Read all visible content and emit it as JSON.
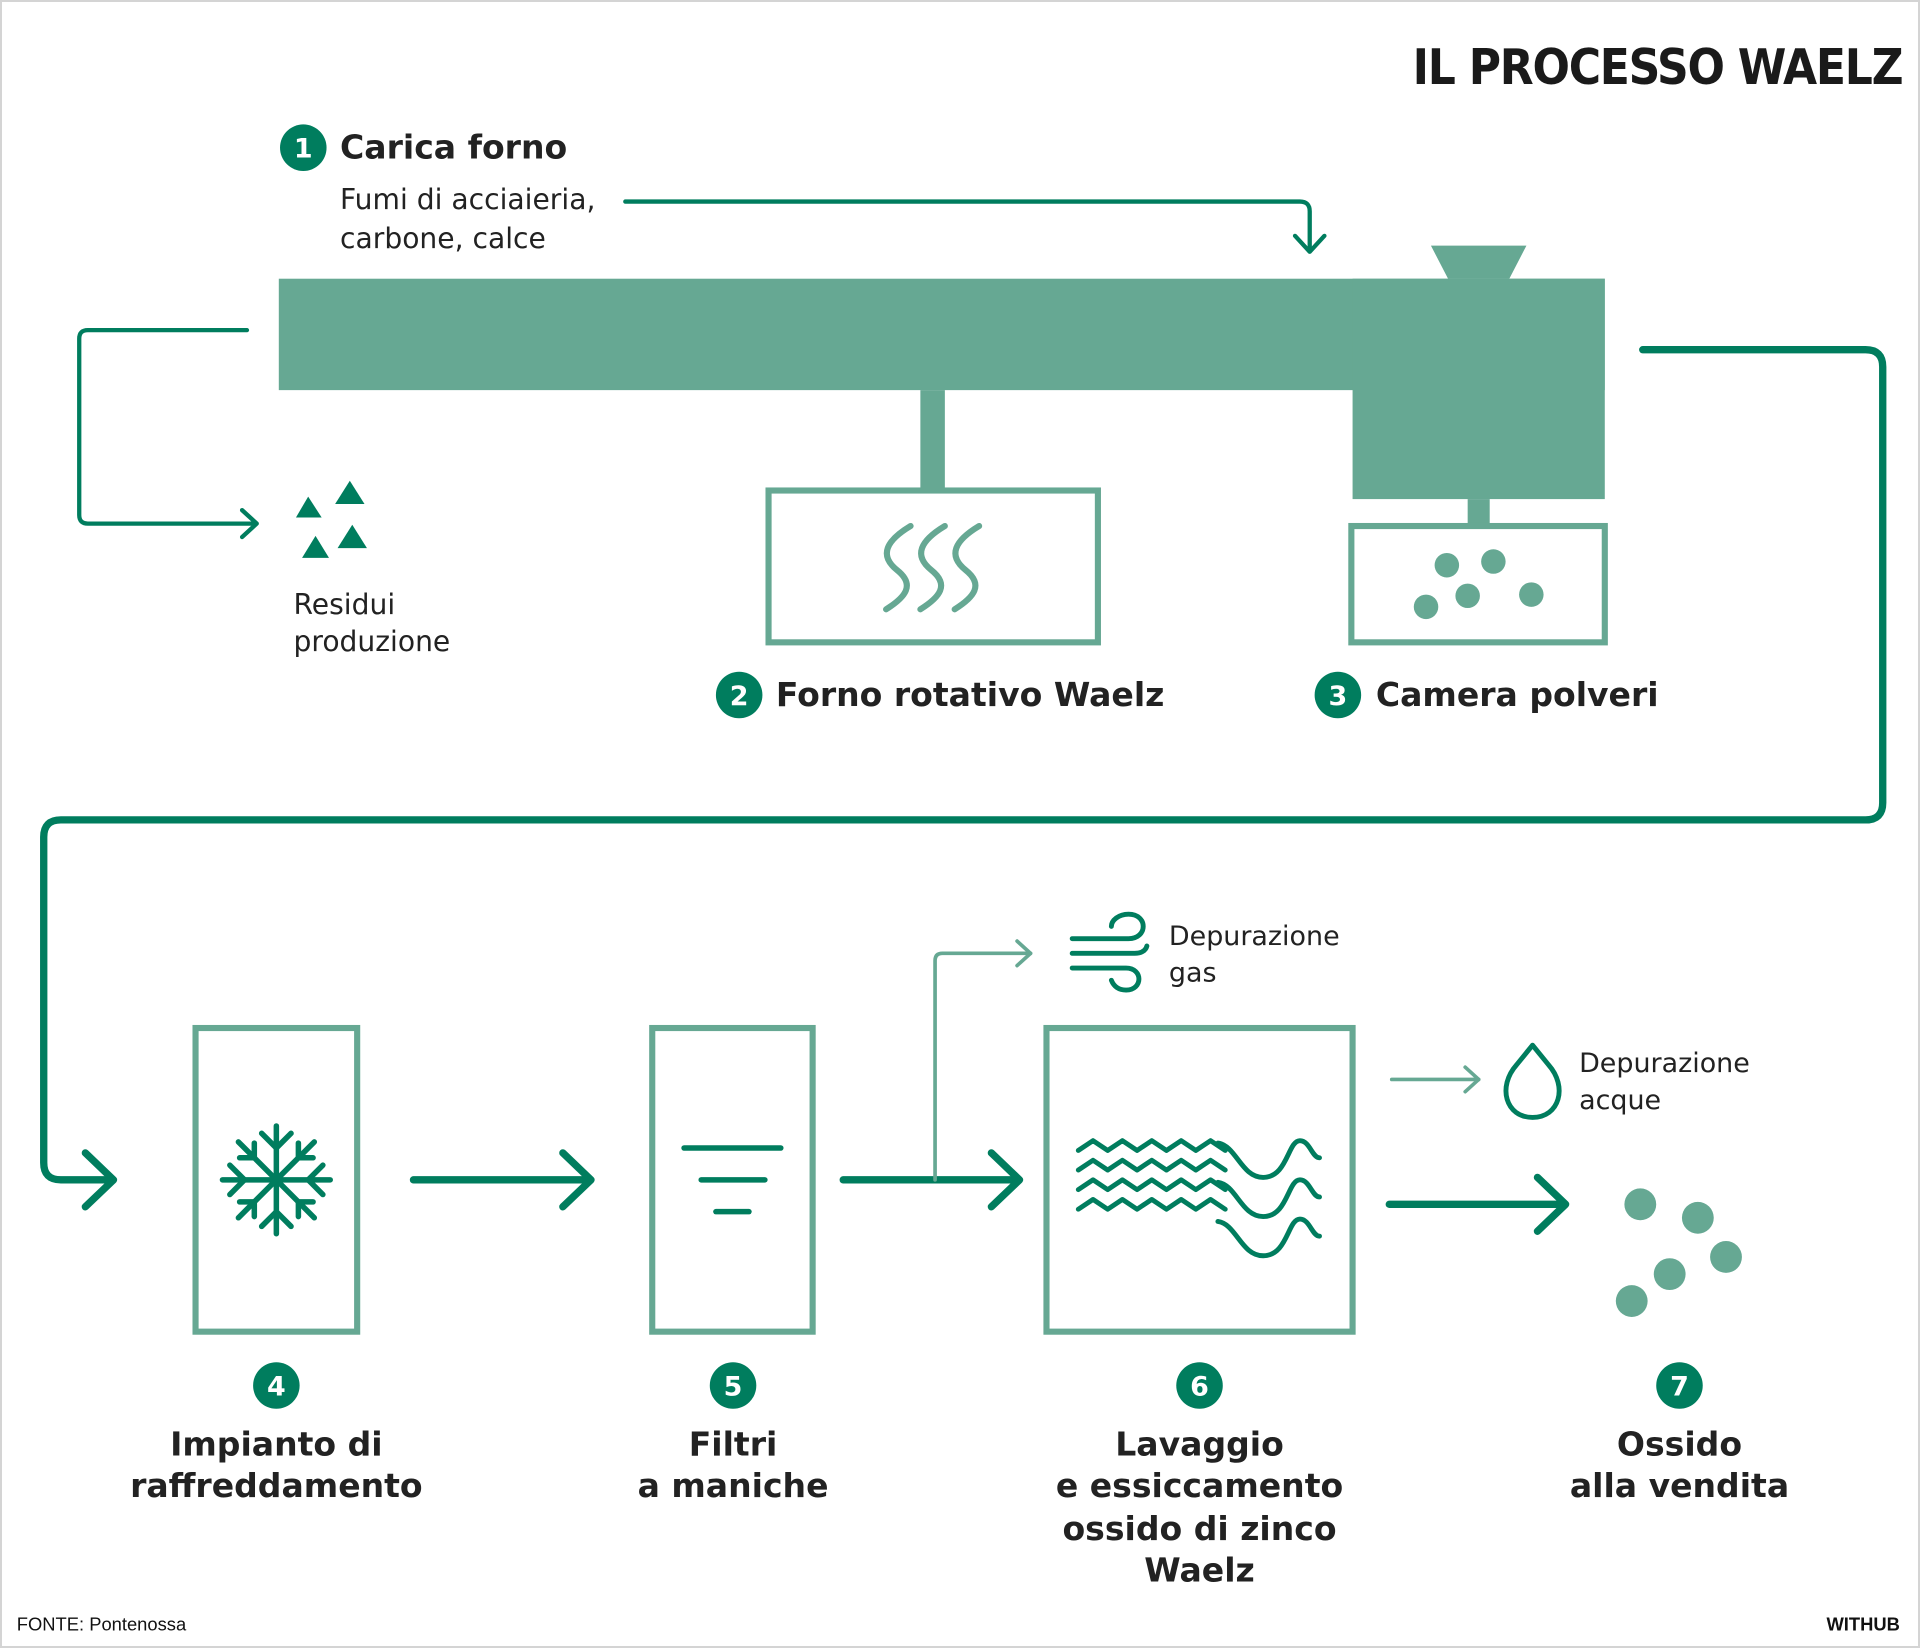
{
  "title": "IL PROCESSO WAELZ",
  "colors": {
    "dark_green": "#007d5e",
    "light_green": "#66a893",
    "text": "#222222"
  },
  "steps": [
    {
      "number": "1",
      "title": "Carica forno",
      "subtitle_lines": [
        "Fumi di acciaieria,",
        "carbone, calce"
      ]
    },
    {
      "number": "2",
      "title": "Forno rotativo Waelz"
    },
    {
      "number": "3",
      "title": "Camera polveri"
    },
    {
      "number": "4",
      "lines": [
        "Impianto di",
        "raffreddamento"
      ]
    },
    {
      "number": "5",
      "lines": [
        "Filtri",
        "a maniche"
      ]
    },
    {
      "number": "6",
      "lines": [
        "Lavaggio",
        "e essiccamento",
        "ossido di zinco",
        "Waelz"
      ]
    },
    {
      "number": "7",
      "lines": [
        "Ossido",
        "alla vendita"
      ]
    }
  ],
  "side_outputs": {
    "residues": [
      "Residui",
      "produzione"
    ],
    "gas": [
      "Depurazione",
      "gas"
    ],
    "water": [
      "Depurazione",
      "acque"
    ]
  },
  "icons": {
    "residues": "triangles-icon",
    "furnace": "heat-waves-icon",
    "dust": "dust-particles-icon",
    "cooling": "snowflake-icon",
    "filter": "filter-icon",
    "washing": "water-waves-icon",
    "gas": "wind-icon",
    "water": "water-drop-icon",
    "oxide": "oxide-granules-icon"
  },
  "footer": {
    "source": "FONTE: Pontenossa",
    "brand": "WITHUB"
  }
}
